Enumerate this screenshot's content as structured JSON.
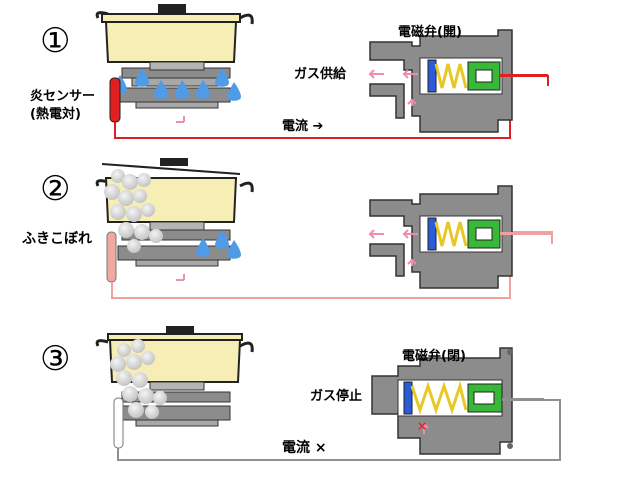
{
  "panels": [
    {
      "number": "①",
      "sensor_label_line1": "炎センサー",
      "sensor_label_line2": "(熱電対)",
      "valve_label": "電磁弁(開)",
      "gas_label": "ガス供給",
      "current_label": "電流 ➔"
    },
    {
      "number": "②",
      "boilover_label": "ふきこぼれ"
    },
    {
      "number": "③",
      "valve_label": "電磁弁(閉)",
      "gas_label": "ガス停止",
      "current_label": "電流 ×",
      "stop_mark": "×"
    }
  ],
  "colors": {
    "pot": "#f6eeb4",
    "metal": "#8c8c8c",
    "metal_light": "#b5b5b5",
    "flame": "#4f9be8",
    "wire_on": "#e02020",
    "wire_weak": "#f0a0a0",
    "wire_off": "#909090",
    "arrow": "#f08cb4",
    "plunger": "#2a5bd8",
    "coil": "#38b838",
    "spring": "#e6c828",
    "foam": "#cfcfcf"
  }
}
